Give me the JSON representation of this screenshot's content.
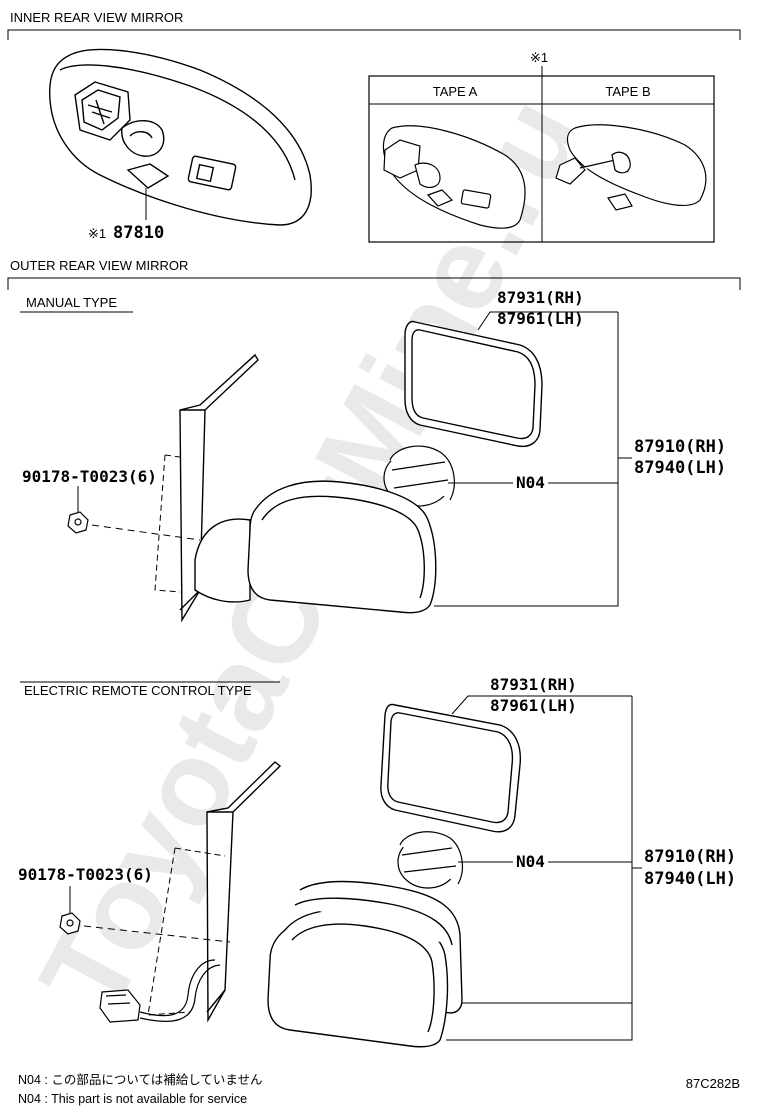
{
  "watermark": "ToyotaCarMine.ru",
  "sections": {
    "inner_title": "INNER REAR VIEW MIRROR",
    "outer_title": "OUTER REAR VIEW MIRROR",
    "manual_type": "MANUAL TYPE",
    "electric_type": "ELECTRIC REMOTE CONTROL TYPE"
  },
  "inner": {
    "part_mark": "※1",
    "part_number": "87810",
    "inset_mark": "※1",
    "tape_a": "TAPE A",
    "tape_b": "TAPE B"
  },
  "manual": {
    "glass_rh": "87931(RH)",
    "glass_lh": "87961(LH)",
    "assy_rh": "87910(RH)",
    "assy_lh": "87940(LH)",
    "screw": "90178-T0023(6)",
    "motor": "N04"
  },
  "electric": {
    "glass_rh": "87931(RH)",
    "glass_lh": "87961(LH)",
    "assy_rh": "87910(RH)",
    "assy_lh": "87940(LH)",
    "screw": "90178-T0023(6)",
    "motor": "N04"
  },
  "notes": {
    "jp": "N04 : この部品については補給していません",
    "en": "N04 : This part is not available for service"
  },
  "diagram_code": "87C282B"
}
